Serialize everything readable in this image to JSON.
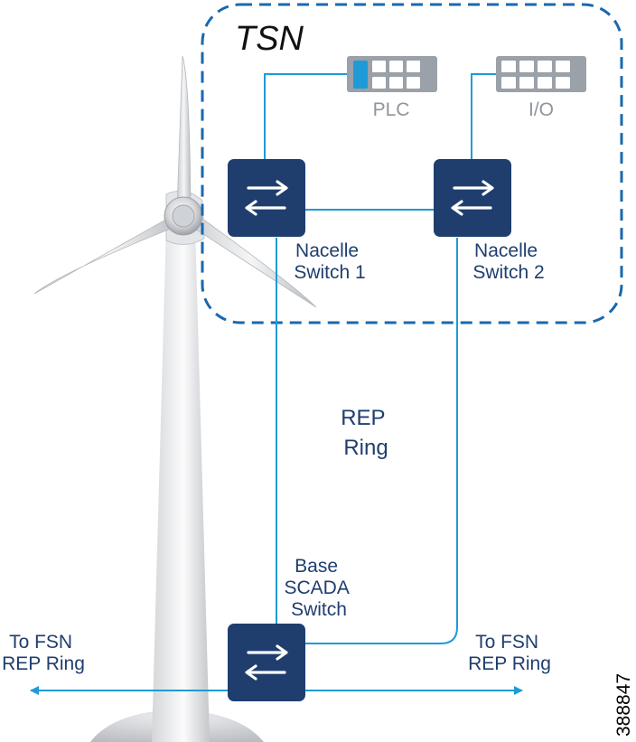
{
  "tsn_region": {
    "label": "TSN"
  },
  "devices": {
    "plc": {
      "label": "PLC"
    },
    "io": {
      "label": "I/O"
    }
  },
  "switches": {
    "nacelle_1": {
      "line1": "Nacelle",
      "line2": "Switch 1"
    },
    "nacelle_2": {
      "line1": "Nacelle",
      "line2": "Switch 2"
    },
    "base": {
      "line1": "Base",
      "line2": "SCADA",
      "line3": "Switch"
    }
  },
  "ring": {
    "line1": "REP",
    "line2": "Ring"
  },
  "links": {
    "left": {
      "line1": "To FSN",
      "line2": "REP Ring"
    },
    "right": {
      "line1": "To FSN",
      "line2": "REP Ring"
    }
  },
  "figure_id": "388847",
  "colors": {
    "navy": "#1f3e6e",
    "cyan": "#1e9bd7",
    "dashed": "#1a68ad",
    "device_gray": "#9aa1a8"
  },
  "icons": {
    "switch": "bidirectional-arrows-icon",
    "device": "port-panel-icon",
    "background": "wind-turbine"
  }
}
